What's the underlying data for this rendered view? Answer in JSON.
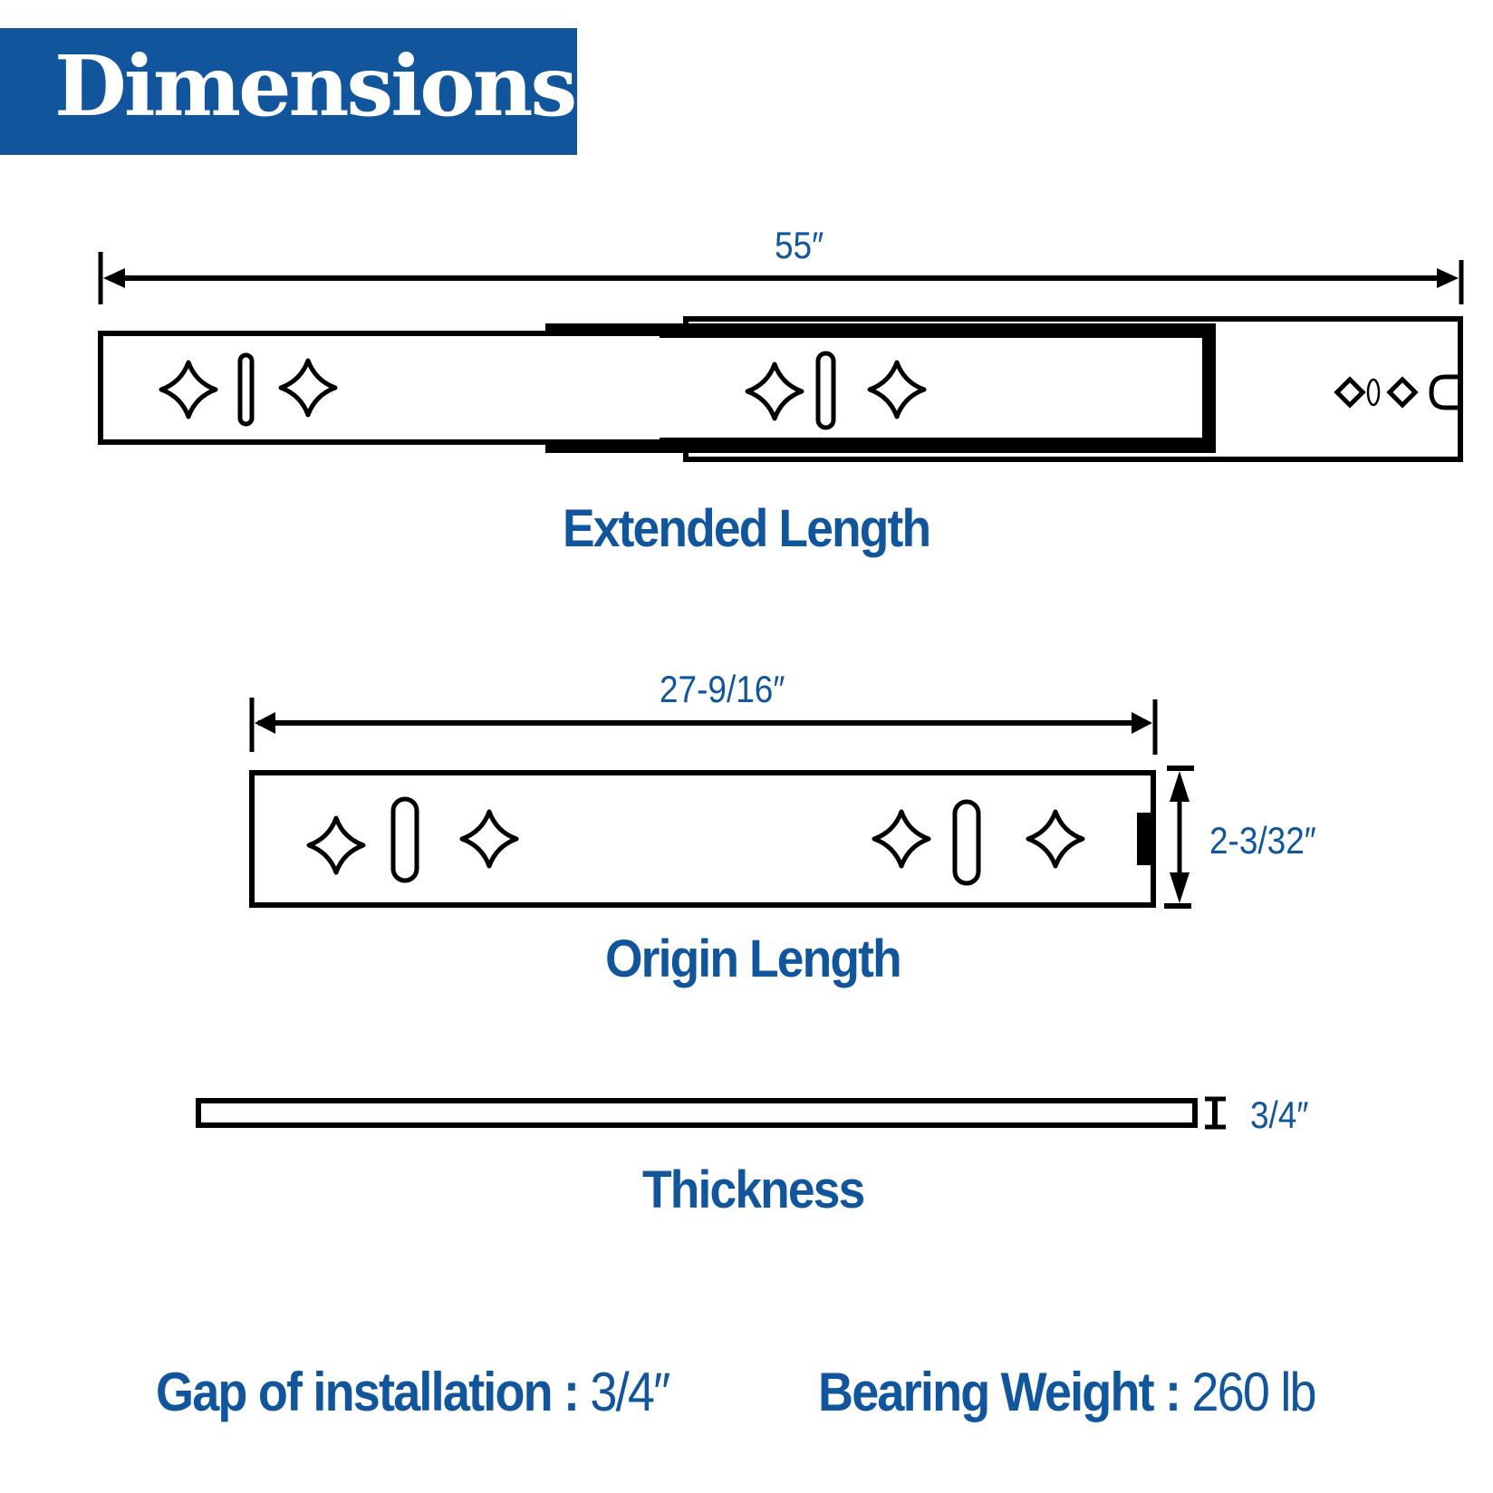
{
  "header": {
    "title": "Dimensions"
  },
  "colors": {
    "brand_blue": "#11559c",
    "line": "#000000",
    "background": "#ffffff"
  },
  "extended": {
    "dimension_label": "55″",
    "caption": "Extended Length"
  },
  "origin": {
    "length_label": "27-9/16″",
    "height_label": "2-3/32″",
    "caption": "Origin Length"
  },
  "thickness": {
    "dimension_label": "3/4″",
    "caption": "Thickness"
  },
  "specs": [
    {
      "label": "Gap of installation :",
      "value": "3/4″"
    },
    {
      "label": "Bearing Weight :",
      "value": "260 lb"
    }
  ],
  "icons": [
    "four-point-star-hole-icon",
    "slot-hole-icon",
    "diamond-hole-icon",
    "oval-hole-icon",
    "u-notch-icon",
    "dimension-arrow-icon"
  ]
}
